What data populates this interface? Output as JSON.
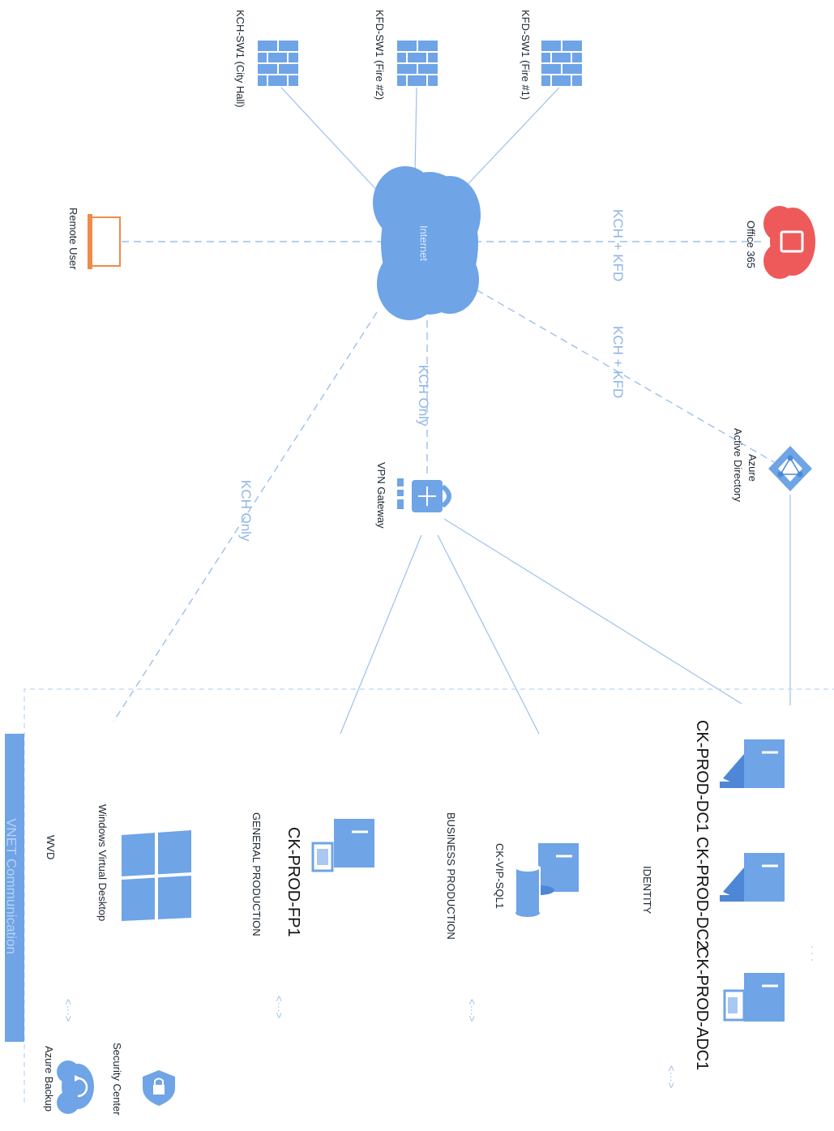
{
  "nodes": {
    "kch_sw1": "KCH-SW1 (City Hall)",
    "kfd_sw1_fire2": "KFD-SW1 (Fire #2)",
    "kfd_sw1_fire1": "KFD-SW1 (Fire #1)",
    "internet": "Internet",
    "office365": "Office 365",
    "remote_user": "Remote User",
    "aad_line1": "Azure",
    "aad_line2": "Active Directory",
    "vpn_gateway": "VPN Gateway",
    "dc1": "CK-PROD-DC1",
    "dc2": "CK-PROD-DC2",
    "adc1": "CK-PROD-ADC1",
    "sql1": "CK-VIP-SQL1",
    "fp1": "CK-PROD-FP1",
    "wvd_icon": "Windows Virtual Desktop",
    "security_center": "Security Center",
    "azure_backup": "Azure Backup"
  },
  "groups": {
    "identity": "IDENTITY",
    "business_production": "BUSINESS PRODUCTION",
    "general_production": "GENERAL PRODUCTION",
    "wvd": "WVD"
  },
  "links": {
    "o365_link": "KCH + KFD",
    "aad_link": "KCH + KFD",
    "vpn_link": "KCH Only",
    "wvd_link": "KCH Only"
  },
  "vnet_label": "VNET Communication",
  "colors": {
    "accent": "#6fa4e6",
    "line": "#9cc0ee",
    "office": "#ee5a5a",
    "remote_user": "#f08a4b"
  }
}
